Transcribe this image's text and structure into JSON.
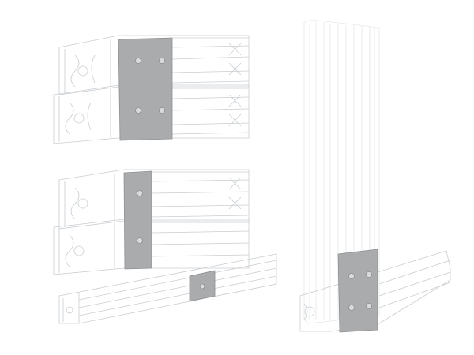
{
  "colors": {
    "background": "#ffffff",
    "profile_outline": "#c9cdd1",
    "plate": "#a9abad",
    "plate_edge": "#8e9093",
    "hole": "#d8dadc"
  },
  "assemblies": [
    {
      "label": "",
      "plate_holes": 4
    },
    {
      "label": "",
      "plate_holes": 2
    },
    {
      "label": "",
      "plate_holes": 1
    },
    {
      "label": "",
      "plate_holes": 4
    }
  ]
}
